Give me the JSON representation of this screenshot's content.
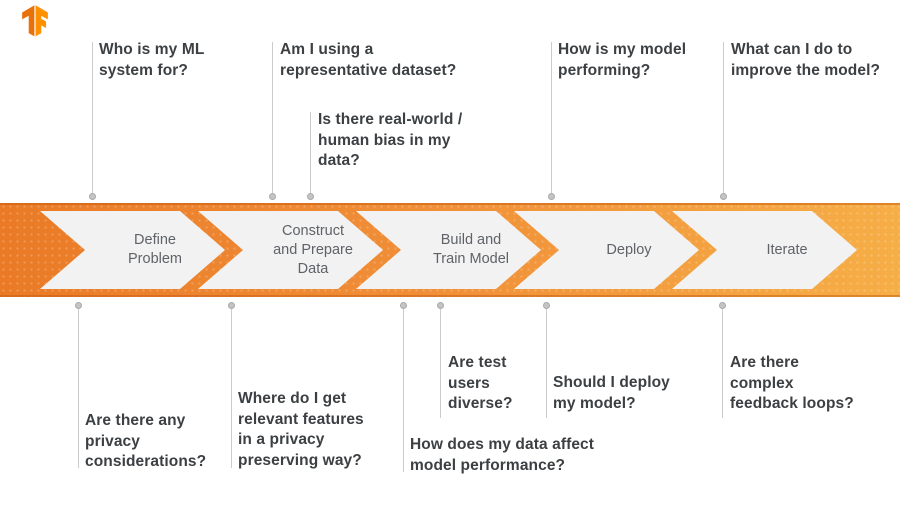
{
  "logo": {
    "name": "tensorflow-logo"
  },
  "colors": {
    "band_left": "#ea7a26",
    "band_mid": "#f08f38",
    "band_right": "#f6ae46",
    "chevron_fill": "#f2f2f2",
    "stage_text": "#5f6368",
    "question_text": "#3c4043",
    "connector": "#cccccc",
    "dot": "#c4c4c4",
    "logo_dark": "#e8710a",
    "logo_light": "#ff9100"
  },
  "stages": [
    {
      "label": "Define\nProblem"
    },
    {
      "label": "Construct\nand Prepare\nData"
    },
    {
      "label": "Build and\nTrain Model"
    },
    {
      "label": "Deploy"
    },
    {
      "label": "Iterate"
    }
  ],
  "top_questions": [
    {
      "text": "Who is my ML\nsystem for?"
    },
    {
      "text": "Am I using a\nrepresentative dataset?"
    },
    {
      "text": "Is there real-world /\nhuman bias in my\ndata?"
    },
    {
      "text": "How is my model\nperforming?"
    },
    {
      "text": "What can I do to\nimprove the model?"
    }
  ],
  "bottom_questions": [
    {
      "text": "Are there any\nprivacy\nconsiderations?"
    },
    {
      "text": "Where do I get\nrelevant features\nin a privacy\npreserving way?"
    },
    {
      "text": "How does my data affect\nmodel performance?"
    },
    {
      "text": "Are test\nusers\ndiverse?"
    },
    {
      "text": "Should I deploy\nmy model?"
    },
    {
      "text": "Are there\ncomplex\nfeedback loops?"
    }
  ]
}
